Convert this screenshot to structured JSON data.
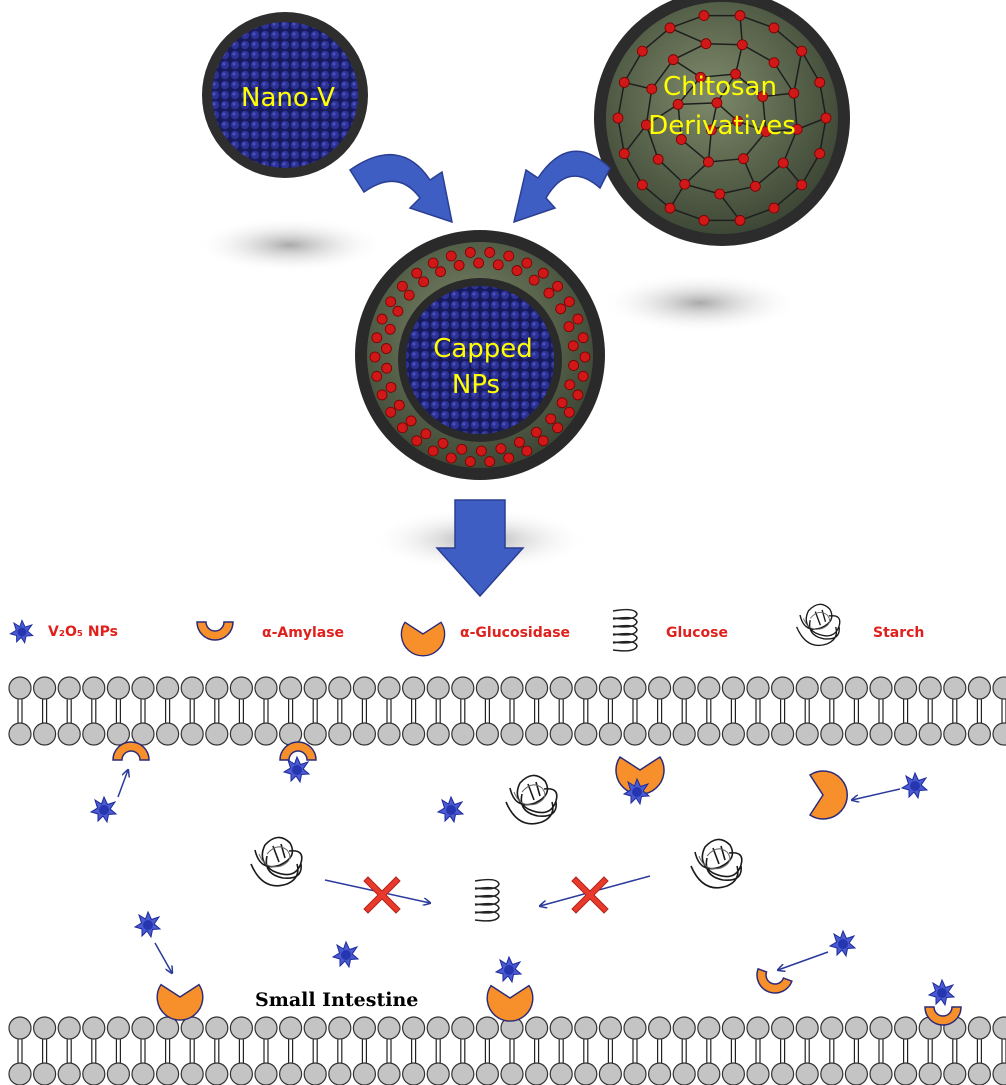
{
  "nano_v": {
    "label": "Nano-V"
  },
  "chitosan": {
    "line1": "Chitosan",
    "line2": "Derivatives"
  },
  "capped": {
    "line1": "Capped",
    "line2": "NPs"
  },
  "legend": {
    "v2o5": "V₂O₅ NPs",
    "amylase": "α-Amylase",
    "glucosidase": "α-Glucosidase",
    "glucose": "Glucose",
    "starch": "Starch"
  },
  "intestine": {
    "label": "Small Intestine"
  },
  "colors": {
    "navy": "#1b1f6e",
    "arrow_blue": "#3f5ec4",
    "orange": "#f7902a",
    "red_x": "#e8392c",
    "legend_red": "#e0201c",
    "lipid_gray": "#c0c0c0"
  }
}
